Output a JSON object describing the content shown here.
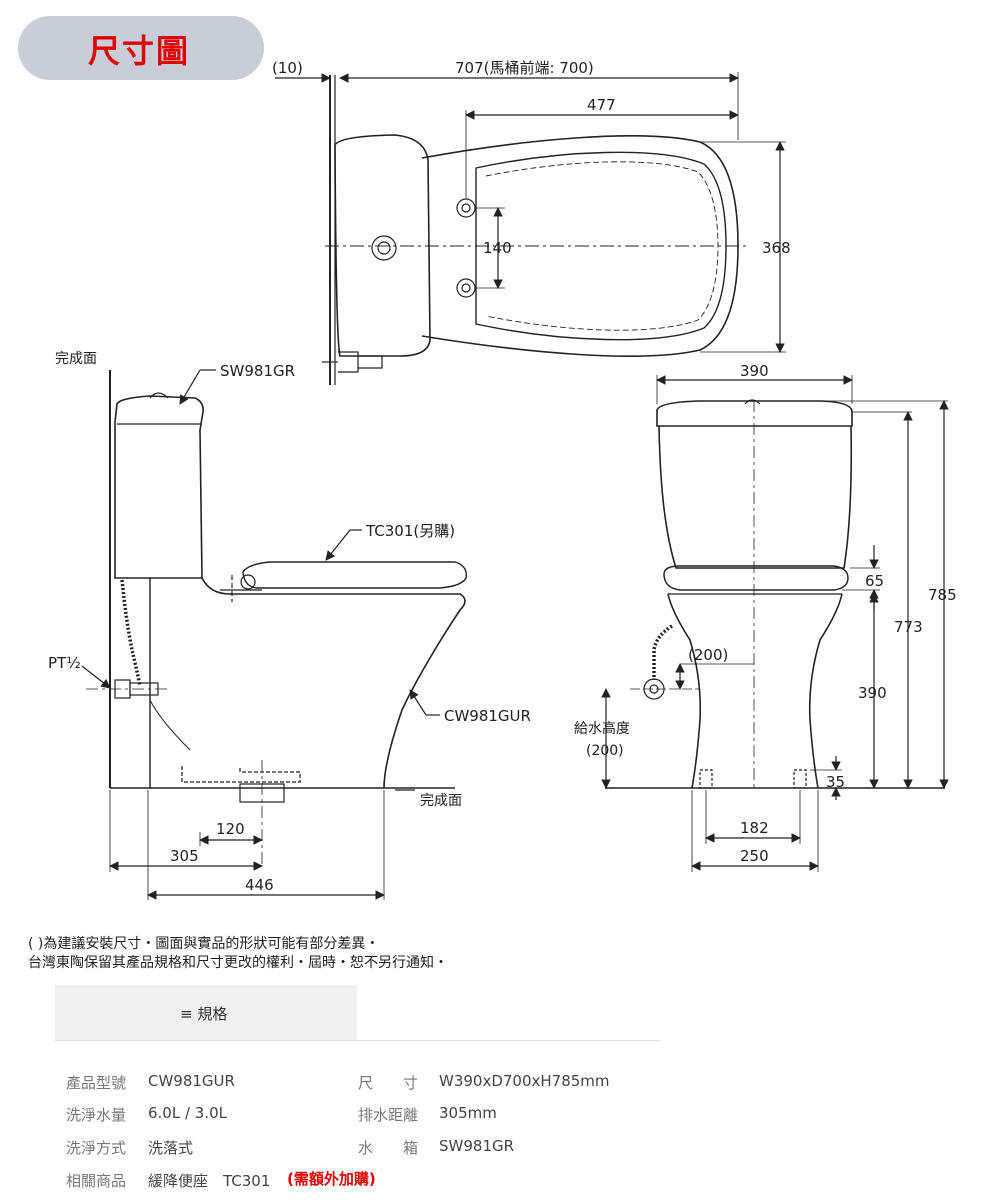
{
  "header": {
    "title": "尺寸圖"
  },
  "dims": {
    "d10": "(10)",
    "d707": "707(馬桶前端: 700)",
    "d477": "477",
    "d140": "140",
    "d368": "368",
    "finish_top": "完成面",
    "tank_model": "SW981GR",
    "seat_model": "TC301(另購)",
    "pt": "PT½",
    "bowl_model": "CW981GUR",
    "finish_bottom": "完成面",
    "d120": "120",
    "d305": "305",
    "d446": "446",
    "d390_top": "390",
    "d65": "65",
    "d785": "785",
    "d773": "773",
    "d200": "(200)",
    "d390_side": "390",
    "supply_height": "給水高度",
    "supply_height_value": "(200)",
    "d35": "35",
    "d182": "182",
    "d250": "250"
  },
  "notes": {
    "line1": "( )為建議安裝尺寸・圖面與實品的形狀可能有部分差異・",
    "line2": "台灣東陶保留其產品規格和尺寸更改的權利・屆時・恕不另行通知・"
  },
  "specs": {
    "tab_label": "≡ 規格",
    "model_label": "產品型號",
    "model_value": "CW981GUR",
    "size_label": "尺　　寸",
    "size_value": "W390xD700xH785mm",
    "water_label": "洗淨水量",
    "water_value": "6.0L / 3.0L",
    "drain_label": "排水距離",
    "drain_value": "305mm",
    "method_label": "洗淨方式",
    "method_value": "洗落式",
    "tank_label": "水　　箱",
    "tank_value": "SW981GR",
    "related_label": "相關商品",
    "related_value": "緩降便座　TC301",
    "related_extra": "(需額外加購)"
  }
}
